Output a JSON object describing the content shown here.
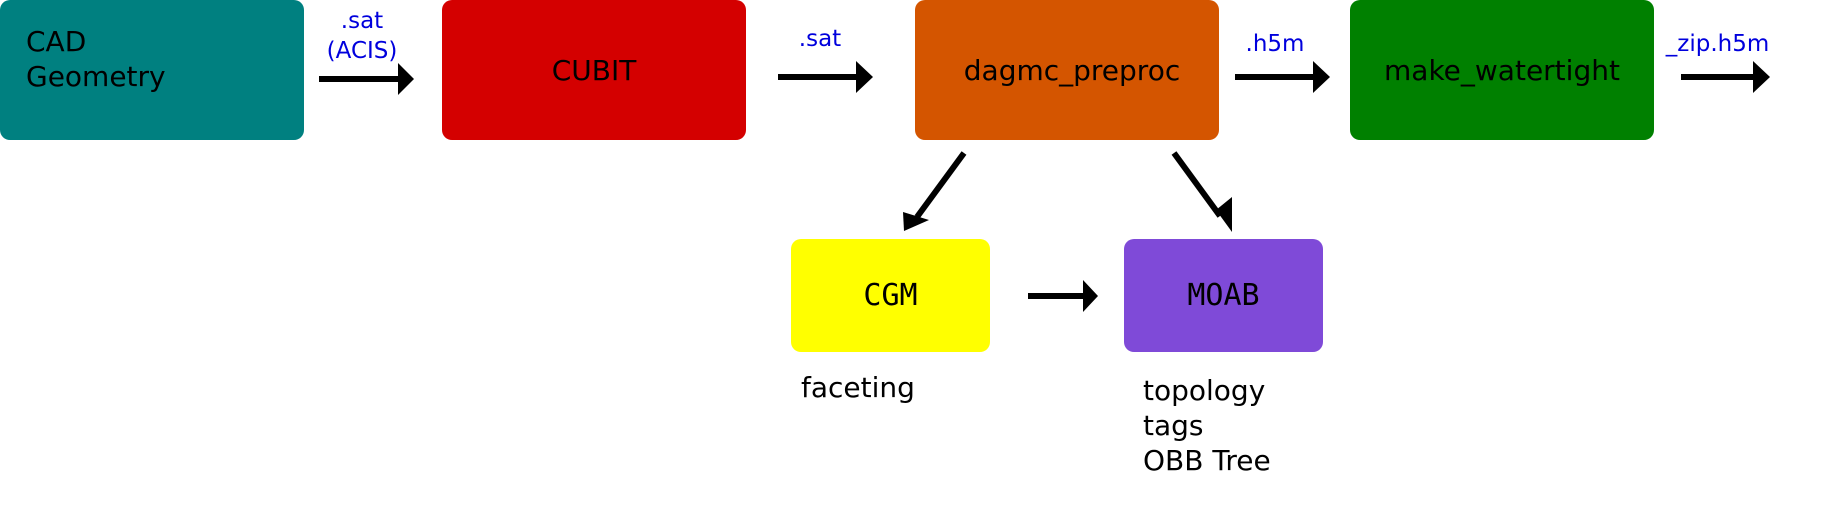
{
  "nodes": {
    "cad": {
      "line1": "CAD",
      "line2": "Geometry",
      "color": "#008080"
    },
    "cubit": {
      "label": "CUBIT",
      "color": "#d40000"
    },
    "dagmc": {
      "label": "dagmc_preproc",
      "color": "#d45500"
    },
    "make_watertight": {
      "label": "make_watertight",
      "color": "#008000"
    },
    "cgm": {
      "label": "CGM",
      "color": "#ffff00"
    },
    "moab": {
      "label": "MOAB",
      "color": "#7f4ad8"
    }
  },
  "edge_labels": {
    "cad_to_cubit": ".sat\n(ACIS)",
    "cubit_to_dagmc": ".sat",
    "dagmc_to_make": ".h5m",
    "make_output": "_zip.h5m"
  },
  "notes": {
    "cgm": "faceting",
    "moab": "topology\ntags\nOBB Tree"
  },
  "colors": {
    "edge_label": "#0000dd",
    "arrow": "#000000"
  }
}
